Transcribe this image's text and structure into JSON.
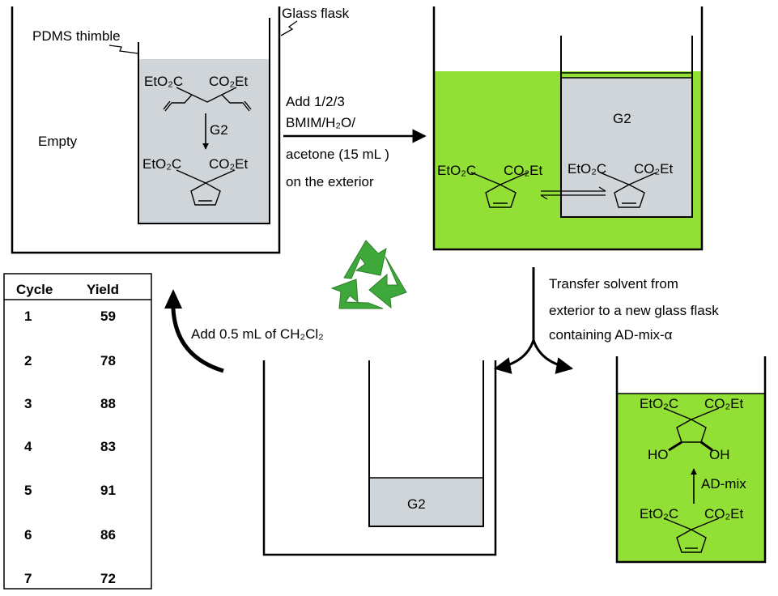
{
  "labels": {
    "glass_flask": "Glass flask",
    "pdms_thimble": "PDMS thimble",
    "empty": "Empty",
    "g2_catalyst": "G2",
    "g2_inner": "G2",
    "g2_bottom": "G2",
    "ad_mix": "AD-mix"
  },
  "chem": {
    "eto2c": "EtO₂C",
    "co2et": "CO₂Et",
    "ho": "HO",
    "oh": "OH"
  },
  "steps": {
    "add_solvent": [
      "Add 1/2/3",
      "BMIM/H₂O/",
      "acetone (15 mL )",
      "on the exterior"
    ],
    "transfer": [
      "Transfer solvent from",
      "exterior to a new glass flask",
      "containing AD-mix-α"
    ],
    "add_ch2cl2": "Add 0.5 mL of CH₂Cl₂"
  },
  "table": {
    "headers": [
      "Cycle",
      "Yield"
    ],
    "rows": [
      {
        "cycle": "1",
        "yield": "59"
      },
      {
        "cycle": "2",
        "yield": "78"
      },
      {
        "cycle": "3",
        "yield": "88"
      },
      {
        "cycle": "4",
        "yield": "83"
      },
      {
        "cycle": "5",
        "yield": "91"
      },
      {
        "cycle": "6",
        "yield": "86"
      },
      {
        "cycle": "7",
        "yield": "72"
      }
    ]
  },
  "colors": {
    "solvent_green": "#92e035",
    "thimble_gray": "#d0d5da",
    "recycle_green": "#3fa83a"
  }
}
